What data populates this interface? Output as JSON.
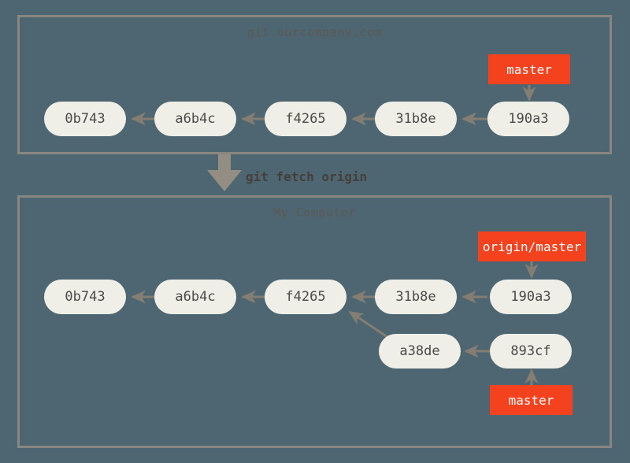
{
  "diagram": {
    "background_color": "#4d6671",
    "panel_border_color": "#88867e",
    "commit_fill_color": "#f0efe7",
    "commit_text_color": "#4a4a48",
    "branch_fill_color": "#f4411e",
    "branch_text_color": "#ffffff",
    "arrow_color": "#847d72",
    "title_text_color": "#5c5a54"
  },
  "panels": [
    {
      "title": "git.ourcompany.com"
    },
    {
      "title": "My Computer"
    }
  ],
  "transition": {
    "command_label": "git fetch origin"
  },
  "remote": {
    "commits": [
      {
        "id": "0b743"
      },
      {
        "id": "a6b4c"
      },
      {
        "id": "f4265"
      },
      {
        "id": "31b8e"
      },
      {
        "id": "190a3"
      }
    ],
    "branches": [
      {
        "label": "master",
        "points_to": "190a3"
      }
    ]
  },
  "local": {
    "commits_main": [
      {
        "id": "0b743"
      },
      {
        "id": "a6b4c"
      },
      {
        "id": "f4265"
      },
      {
        "id": "31b8e"
      },
      {
        "id": "190a3"
      }
    ],
    "commits_branch": [
      {
        "id": "a38de"
      },
      {
        "id": "893cf"
      }
    ],
    "branches": [
      {
        "label": "origin/master",
        "points_to": "190a3"
      },
      {
        "label": "master",
        "points_to": "893cf"
      }
    ]
  }
}
